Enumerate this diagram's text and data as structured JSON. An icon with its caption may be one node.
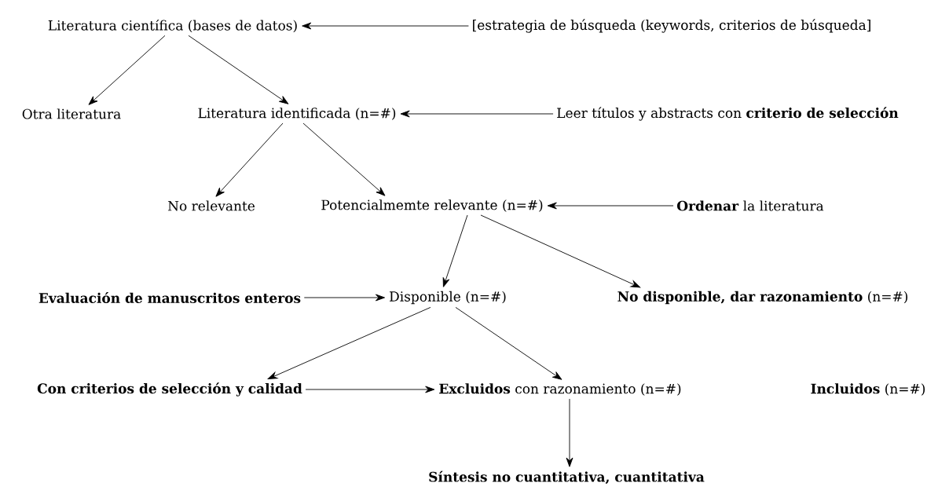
{
  "diagram": {
    "nodes": [
      {
        "text": [
          "Literatura científica (bases de datos)"
        ]
      },
      {
        "text": [
          "[estrategia de búsqueda (keywords, criterios de búsqueda]"
        ]
      },
      {
        "text": [
          "Otra literatura"
        ]
      },
      {
        "text": [
          "Literatura identificada (n=#)"
        ]
      },
      {
        "text": [
          "Leer títulos y abstracts con **criterio de selección**"
        ]
      },
      {
        "text": [
          "No relevante"
        ]
      },
      {
        "text": [
          "Potencialmemte relevante (n=#)"
        ]
      },
      {
        "text": [
          "**Ordenar** la literatura"
        ]
      },
      {
        "text": [
          "Evaluación de manuscritos enteros"
        ]
      },
      {
        "text": [
          "Disponible (n=#)"
        ]
      },
      {
        "text": [
          "**No disponible, dar razonamiento** (n=#)"
        ]
      },
      {
        "text": [
          "Con criterios de selección y calidad"
        ]
      },
      {
        "text": [
          "**Excluidos** con razonamiento (n=#)"
        ]
      },
      {
        "text": [
          "**Incluidos** (n=#)"
        ]
      },
      {
        "text": [
          "Síntesis no cuantitativa, cuantitativa"
        ]
      }
    ],
    "edges": [
      {
        "from": 1,
        "to": 0,
        "arrow": "to"
      },
      {
        "from": 0,
        "to": 2,
        "arrow": "to"
      },
      {
        "from": 0,
        "to": 3,
        "arrow": "to"
      },
      {
        "from": 4,
        "to": 3,
        "arrow": "to"
      },
      {
        "from": 3,
        "to": 5,
        "arrow": "to"
      },
      {
        "from": 3,
        "to": 6,
        "arrow": "to"
      },
      {
        "from": 7,
        "to": 6,
        "arrow": "to"
      },
      {
        "from": 6,
        "to": 9,
        "arrow": "to"
      },
      {
        "from": 6,
        "to": 10,
        "arrow": "to"
      },
      {
        "from": 8,
        "to": 9,
        "arrow": "to"
      },
      {
        "from": 9,
        "to": 11,
        "arrow": "to"
      },
      {
        "from": 9,
        "to": 12,
        "arrow": "to"
      },
      {
        "from": 11,
        "to": 12,
        "arrow": "to"
      },
      {
        "from": 12,
        "to": 14,
        "arrow": "to"
      }
    ]
  }
}
